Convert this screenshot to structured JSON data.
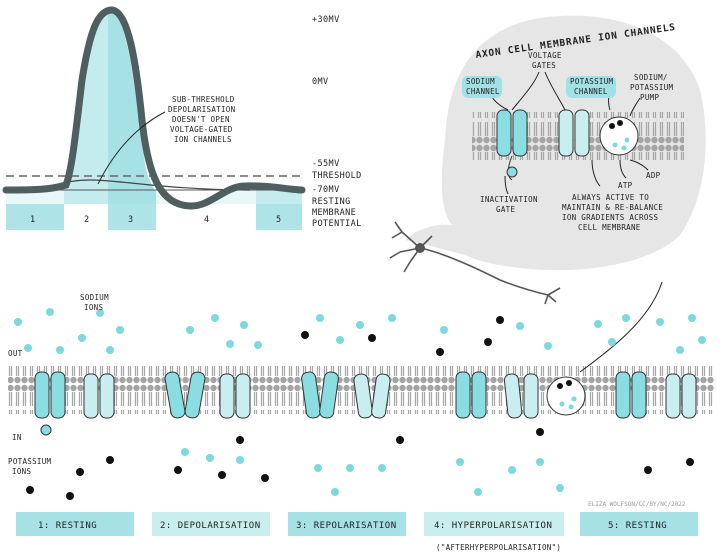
{
  "graph": {
    "voltage_labels": [
      "+30mV",
      "0mV",
      "-55mV",
      "Threshold",
      "-70mV",
      "Resting",
      "membrane",
      "potential"
    ],
    "phase_numbers": [
      "1",
      "2",
      "3",
      "4",
      "5"
    ],
    "callout": [
      "Sub-threshold",
      "depolarisation",
      "doesn't open",
      "voltage-gated",
      "ion channels"
    ]
  },
  "inset": {
    "title": "Axon cell membrane ion channels",
    "voltage_gates": [
      "Voltage",
      "gates"
    ],
    "sodium_channel": [
      "Sodium",
      "channel"
    ],
    "potassium_channel": [
      "Potassium",
      "channel"
    ],
    "pump": [
      "Sodium/",
      "potassium",
      "pump"
    ],
    "inactivation_gate": [
      "Inactivation",
      "gate"
    ],
    "atp": "ATP",
    "adp": "ADP",
    "pump_note": [
      "Always active to",
      "maintain & re-balance",
      "ion gradients across",
      "cell membrane"
    ]
  },
  "membrane": {
    "sodium_ions": [
      "Sodium",
      "ions"
    ],
    "potassium_ions": [
      "Potassium",
      "ions"
    ],
    "out": "OUT",
    "in": "IN"
  },
  "stages": [
    {
      "label": "1: Resting"
    },
    {
      "label": "2: Depolarisation"
    },
    {
      "label": "3: Repolarisation"
    },
    {
      "label": "4: Hyperpolarisation"
    },
    {
      "label": "5: Resting"
    }
  ],
  "stage4_note": "(\"afterhyperpolarisation\")",
  "credit": "Eliza Wolfson/CC/BY/NC/2022",
  "colors": {
    "teal": "#7fd8dc",
    "teal_light": "#c9eef0",
    "teal_dark": "#3fb6bd",
    "membrane": "#9a9a9a"
  }
}
